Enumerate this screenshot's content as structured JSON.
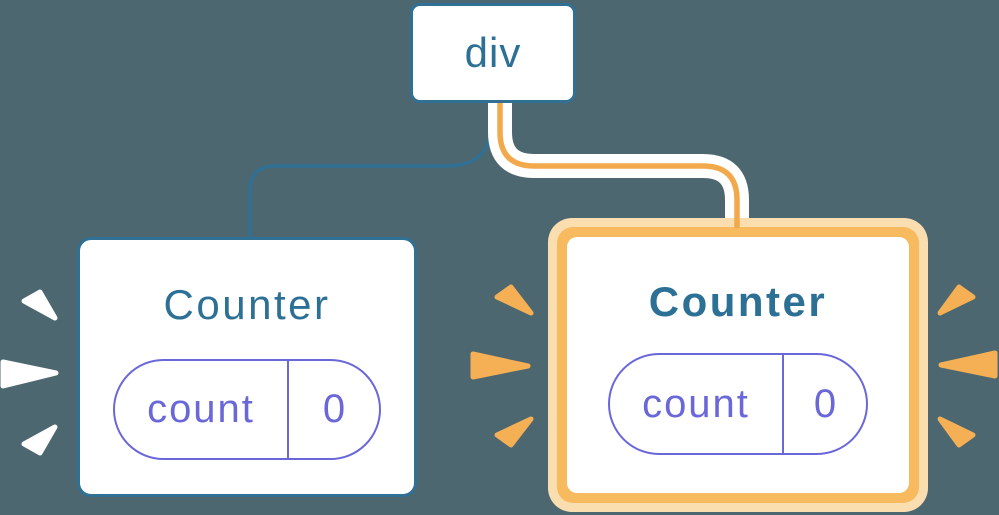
{
  "diagram": {
    "root": {
      "label": "div"
    },
    "children": [
      {
        "title": "Counter",
        "state": {
          "label": "count",
          "value": "0"
        },
        "highlighted": false
      },
      {
        "title": "Counter",
        "state": {
          "label": "count",
          "value": "0"
        },
        "highlighted": true
      }
    ]
  },
  "colors": {
    "bg": "#4D6770",
    "blue": "#2F7094",
    "title-blue": "#2D7095",
    "purple": "#6A67D8",
    "orange-line": "#F2A94C",
    "orange-border": "#F7BA5F",
    "orange-glow": "#FADEB0",
    "spark-orange": "#F5AF54",
    "spark-white": "#FFFFFF",
    "card-bg": "#FFFFFF"
  }
}
